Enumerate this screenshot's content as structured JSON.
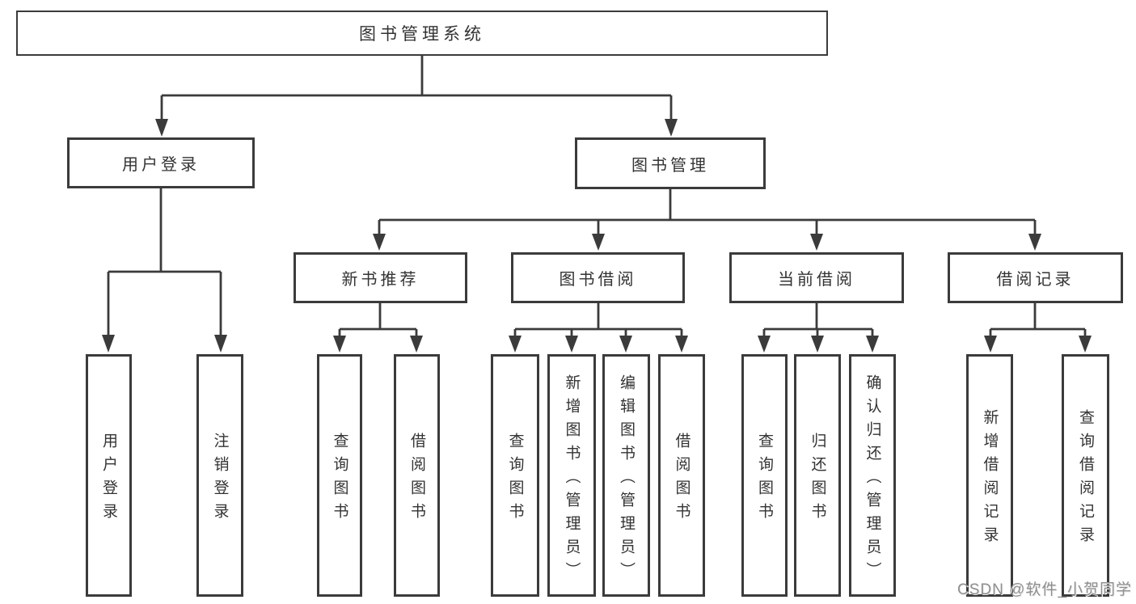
{
  "diagram": {
    "root": {
      "label": "图书管理系统"
    },
    "user_login_branch": {
      "label": "用户登录",
      "children": [
        {
          "label": "用户登录"
        },
        {
          "label": "注销登录"
        }
      ]
    },
    "book_management_branch": {
      "label": "图书管理",
      "sections": [
        {
          "label": "新书推荐",
          "children": [
            {
              "label": "查询图书"
            },
            {
              "label": "借阅图书"
            }
          ]
        },
        {
          "label": "图书借阅",
          "children": [
            {
              "label": "查询图书"
            },
            {
              "label": "新增图书（管理员）"
            },
            {
              "label": "编辑图书（管理员）"
            },
            {
              "label": "借阅图书"
            }
          ]
        },
        {
          "label": "当前借阅",
          "children": [
            {
              "label": "查询图书"
            },
            {
              "label": "归还图书"
            },
            {
              "label": "确认归还（管理员）"
            }
          ]
        },
        {
          "label": "借阅记录",
          "children": [
            {
              "label": "新增借阅记录"
            },
            {
              "label": "查询借阅记录"
            }
          ]
        }
      ]
    }
  },
  "watermark": {
    "text": "CSDN @软件_小贺同学"
  },
  "colors": {
    "line": "#3b3b3b",
    "box_border": "#3b3b3b",
    "box_fill": "#ffffff",
    "text": "#333333",
    "watermark": "#8f8f8f",
    "background": "#ffffff"
  }
}
